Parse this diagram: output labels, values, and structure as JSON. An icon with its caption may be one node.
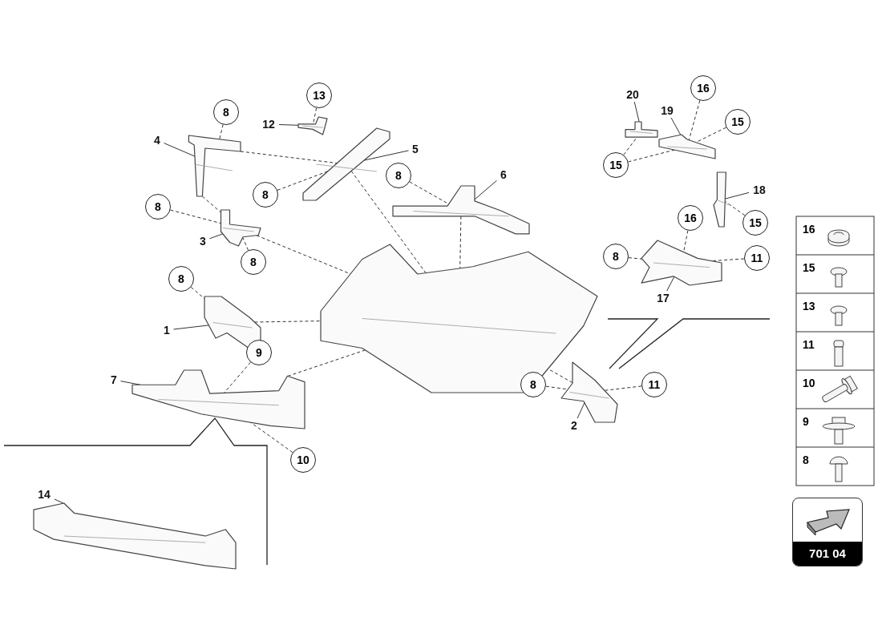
{
  "diagram": {
    "nodes": [
      {
        "text": [
          "8"
        ]
      },
      {
        "text": [
          "13"
        ]
      },
      {
        "text": [
          "12"
        ]
      },
      {
        "text": [
          "4"
        ]
      },
      {
        "text": [
          "5"
        ]
      },
      {
        "text": [
          "8"
        ]
      },
      {
        "text": [
          "8"
        ]
      },
      {
        "text": [
          "6"
        ]
      },
      {
        "text": [
          "8"
        ]
      },
      {
        "text": [
          "3"
        ]
      },
      {
        "text": [
          "8"
        ]
      },
      {
        "text": [
          "8"
        ]
      },
      {
        "text": [
          "1"
        ]
      },
      {
        "text": [
          "7"
        ]
      },
      {
        "text": [
          "9"
        ]
      },
      {
        "text": [
          "10"
        ]
      },
      {
        "text": [
          "14"
        ]
      },
      {
        "text": [
          "20"
        ]
      },
      {
        "text": [
          "19"
        ]
      },
      {
        "text": [
          "16"
        ]
      },
      {
        "text": [
          "15"
        ]
      },
      {
        "text": [
          "15"
        ]
      },
      {
        "text": [
          "18"
        ]
      },
      {
        "text": [
          "15"
        ]
      },
      {
        "text": [
          "16"
        ]
      },
      {
        "text": [
          "8"
        ]
      },
      {
        "text": [
          "11"
        ]
      },
      {
        "text": [
          "17"
        ]
      },
      {
        "text": [
          "8"
        ]
      },
      {
        "text": [
          "2"
        ]
      },
      {
        "text": [
          "11"
        ]
      },
      {
        "text": [],
        "shape": "picture"
      },
      {
        "text": [],
        "shape": "picture"
      },
      {
        "text": [],
        "shape": "picture"
      },
      {
        "text": [],
        "shape": "picture"
      },
      {
        "text": [],
        "shape": "picture"
      },
      {
        "text": [],
        "shape": "picture"
      },
      {
        "text": [],
        "shape": "picture"
      },
      {
        "text": [],
        "shape": "picture"
      },
      {
        "text": [],
        "shape": "picture"
      },
      {
        "text": [],
        "shape": "picture"
      },
      {
        "text": [],
        "shape": "picture"
      },
      {
        "text": [],
        "shape": "picture"
      },
      {
        "text": [],
        "shape": "picture"
      },
      {
        "text": [],
        "shape": "picture"
      }
    ],
    "edges": [
      {
        "from": 0,
        "to": 31,
        "arrow": "none",
        "style": "dashed"
      },
      {
        "from": 1,
        "to": 32,
        "arrow": "none",
        "style": "dashed"
      },
      {
        "from": 2,
        "to": 32,
        "arrow": "none"
      },
      {
        "from": 3,
        "to": 31,
        "arrow": "none"
      },
      {
        "from": 4,
        "to": 33,
        "arrow": "none"
      },
      {
        "from": 5,
        "to": 33,
        "arrow": "none",
        "style": "dashed"
      },
      {
        "from": 6,
        "to": 34,
        "arrow": "none",
        "style": "dashed"
      },
      {
        "from": 7,
        "to": 34,
        "arrow": "none"
      },
      {
        "from": 8,
        "to": 35,
        "arrow": "none",
        "style": "dashed"
      },
      {
        "from": 9,
        "to": 35,
        "arrow": "none"
      },
      {
        "from": 10,
        "to": 35,
        "arrow": "none",
        "style": "dashed"
      },
      {
        "from": 11,
        "to": 36,
        "arrow": "none",
        "style": "dashed"
      },
      {
        "from": 12,
        "to": 36,
        "arrow": "none"
      },
      {
        "from": 13,
        "to": 38,
        "arrow": "none"
      },
      {
        "from": 14,
        "to": 38,
        "arrow": "none",
        "style": "dashed"
      },
      {
        "from": 15,
        "to": 38,
        "arrow": "none",
        "style": "dashed"
      },
      {
        "from": 16,
        "to": 39,
        "arrow": "none"
      },
      {
        "from": 17,
        "to": 40,
        "arrow": "none"
      },
      {
        "from": 18,
        "to": 41,
        "arrow": "none"
      },
      {
        "from": 19,
        "to": 41,
        "arrow": "none",
        "style": "dashed"
      },
      {
        "from": 20,
        "to": 41,
        "arrow": "none",
        "style": "dashed"
      },
      {
        "from": 21,
        "to": 41,
        "arrow": "none",
        "style": "dashed"
      },
      {
        "from": 21,
        "to": 40,
        "arrow": "none",
        "style": "dashed"
      },
      {
        "from": 22,
        "to": 42,
        "arrow": "none"
      },
      {
        "from": 23,
        "to": 42,
        "arrow": "none",
        "style": "dashed"
      },
      {
        "from": 24,
        "to": 43,
        "arrow": "none",
        "style": "dashed"
      },
      {
        "from": 25,
        "to": 43,
        "arrow": "none",
        "style": "dashed"
      },
      {
        "from": 26,
        "to": 43,
        "arrow": "none",
        "style": "dashed"
      },
      {
        "from": 27,
        "to": 43,
        "arrow": "none"
      },
      {
        "from": 28,
        "to": 44,
        "arrow": "none",
        "style": "dashed"
      },
      {
        "from": 29,
        "to": 44,
        "arrow": "none"
      },
      {
        "from": 30,
        "to": 44,
        "arrow": "none",
        "style": "dashed"
      },
      {
        "from": 31,
        "to": 33,
        "arrow": "none",
        "style": "dashed"
      },
      {
        "from": 31,
        "to": 35,
        "arrow": "none",
        "style": "dashed"
      },
      {
        "from": 33,
        "to": 37,
        "arrow": "none",
        "style": "dashed"
      },
      {
        "from": 34,
        "to": 37,
        "arrow": "none",
        "style": "dashed"
      },
      {
        "from": 35,
        "to": 37,
        "arrow": "none",
        "style": "dashed"
      },
      {
        "from": 36,
        "to": 37,
        "arrow": "none",
        "style": "dashed"
      },
      {
        "from": 38,
        "to": 37,
        "arrow": "none",
        "style": "dashed"
      },
      {
        "from": 44,
        "to": 37,
        "arrow": "none",
        "style": "dashed"
      }
    ],
    "labels": [
      "16",
      "15",
      "13",
      "11",
      "10",
      "9",
      "8",
      "701 04"
    ]
  }
}
